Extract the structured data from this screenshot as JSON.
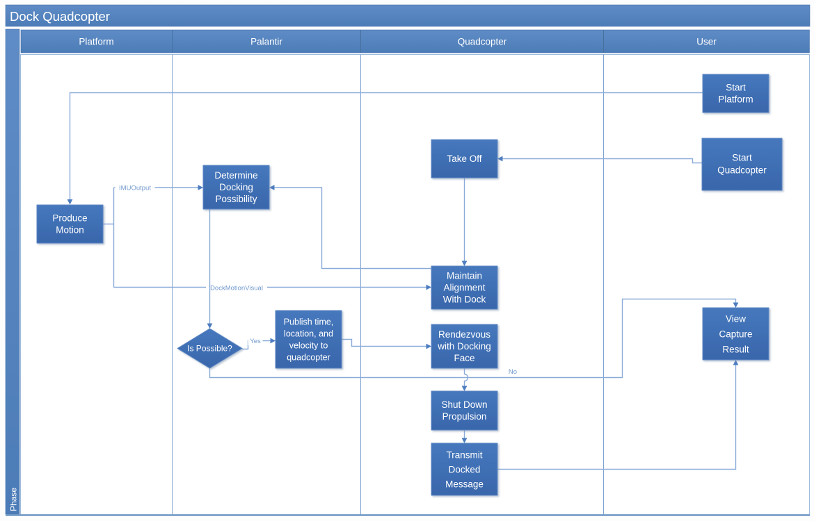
{
  "title": "Dock Quadcopter",
  "phase_label": "Phase",
  "lanes": {
    "platform": "Platform",
    "palantir": "Palantir",
    "quadcopter": "Quadcopter",
    "user": "User"
  },
  "nodes": {
    "start_platform": {
      "lines": [
        "Start",
        "Platform"
      ]
    },
    "start_quadcopter": {
      "lines": [
        "Start",
        "Quadcopter"
      ]
    },
    "take_off": {
      "lines": [
        "Take Off"
      ]
    },
    "determine_docking": {
      "lines": [
        "Determine",
        "Docking",
        "Possibility"
      ]
    },
    "produce_motion": {
      "lines": [
        "Produce",
        "Motion"
      ]
    },
    "maintain_alignment": {
      "lines": [
        "Maintain",
        "Alignment",
        "With Dock"
      ]
    },
    "rendezvous": {
      "lines": [
        "Rendezvous",
        "with Docking",
        "Face"
      ]
    },
    "publish_state": {
      "lines": [
        "Publish time,",
        "location, and",
        "velocity to",
        "quadcopter"
      ]
    },
    "is_possible": {
      "lines": [
        "Is Possible?"
      ]
    },
    "shut_down": {
      "lines": [
        "Shut Down",
        "Propulsion"
      ]
    },
    "transmit_docked": {
      "lines": [
        "Transmit",
        "Docked",
        "Message"
      ]
    },
    "view_capture": {
      "lines": [
        "View",
        "Capture",
        "Result"
      ]
    }
  },
  "connector_labels": {
    "imu_output": "IMUOutput",
    "dock_motion_visual": "DockMotionVisual",
    "yes": "Yes",
    "no": "No"
  },
  "colors": {
    "band_blue": "#5383BE",
    "node_blue": "#3C6DB5",
    "connector_blue": "#8AABD9",
    "arrowhead_blue": "#4D7DC0",
    "label_blue": "#7199CE",
    "lane_border_blue": "#7FA3D1",
    "text_white": "#FFFFFF"
  }
}
